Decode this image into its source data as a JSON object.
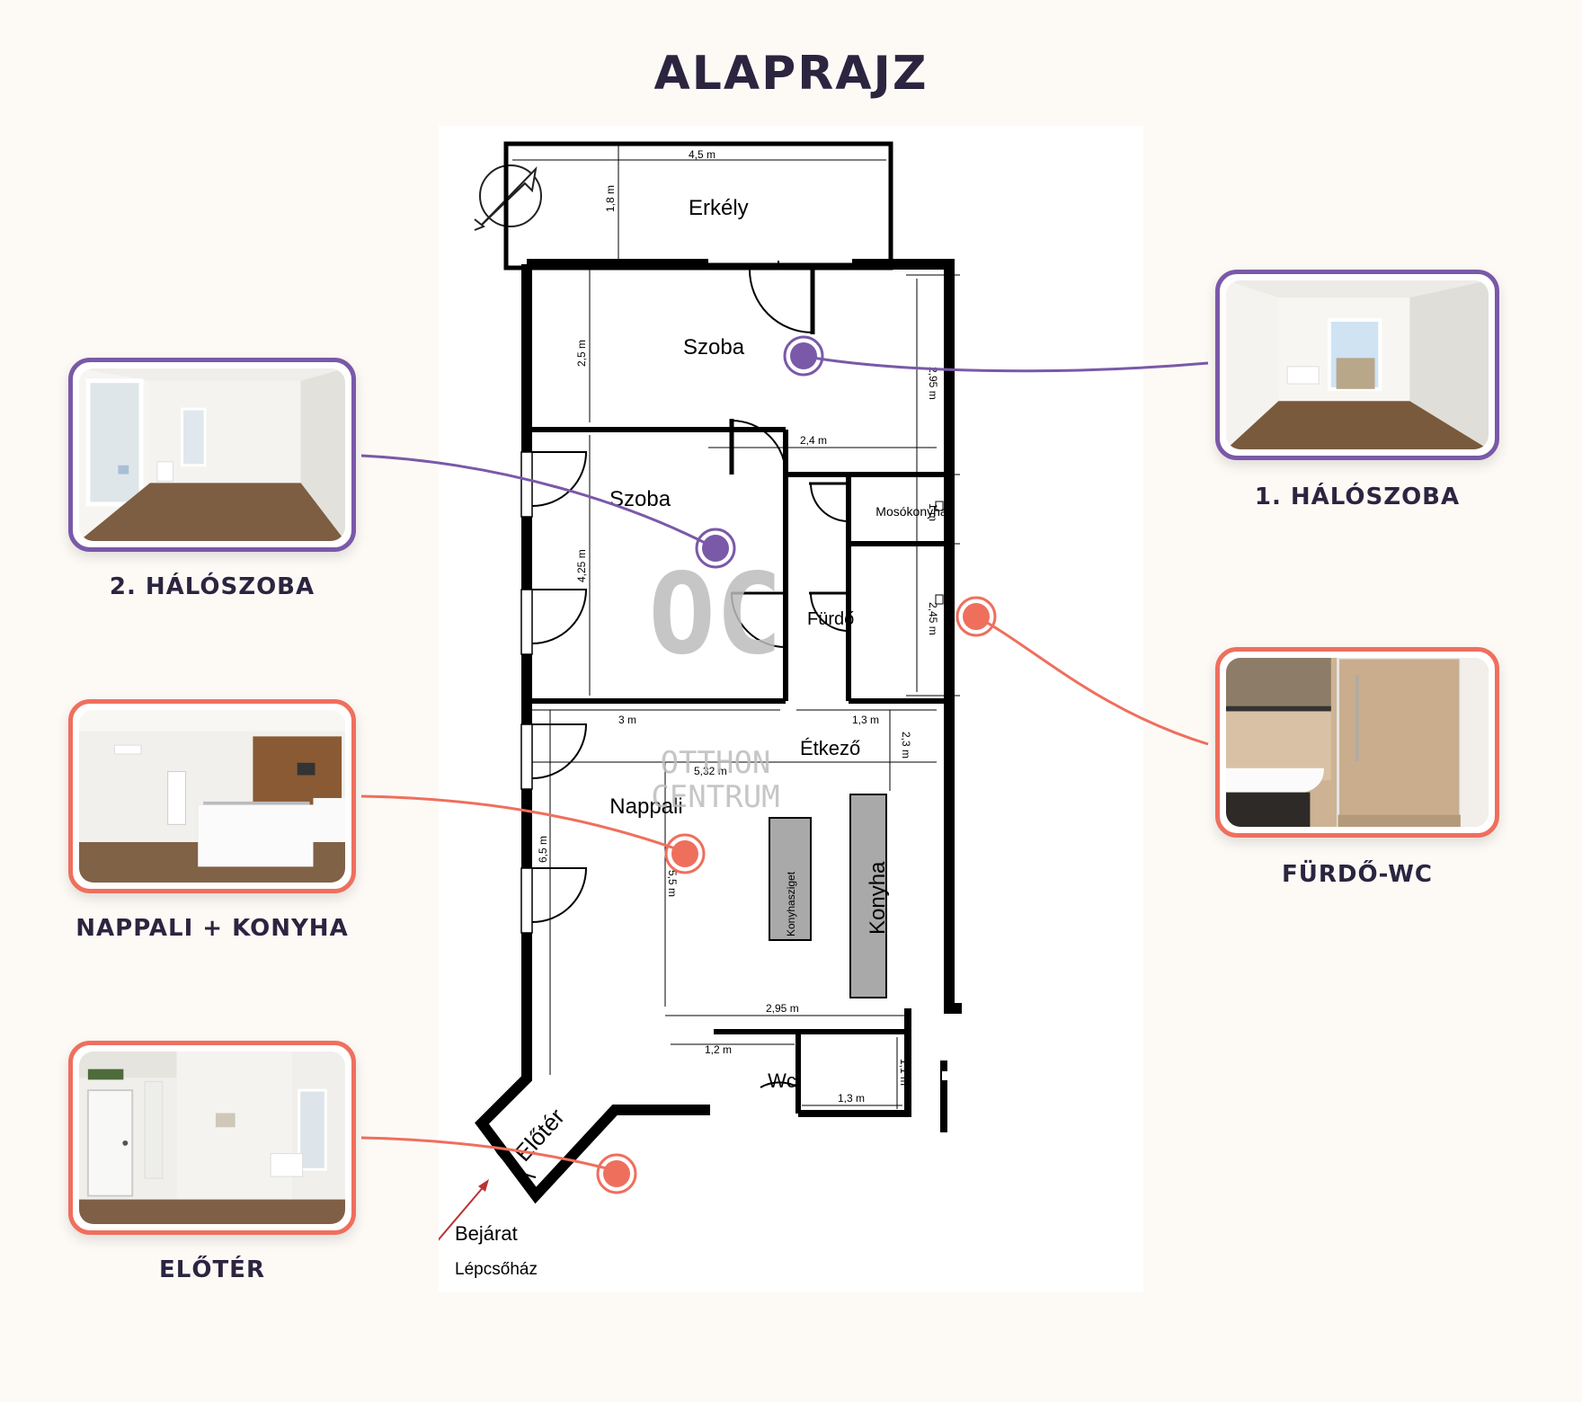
{
  "title": "ALAPRAJZ",
  "colors": {
    "background": "#fdfaf6",
    "title": "#2b2540",
    "bedroom_accent": "#7a59a8",
    "living_accent": "#ef6f5d",
    "wall": "#000000",
    "kitchen_fixture": "#a9a9a9",
    "watermark": "#bdbdbd"
  },
  "floorplan": {
    "compass_icon": "north-arrow-icon",
    "rooms": {
      "balcony": "Erkély",
      "bedroom1": "Szoba",
      "bedroom2": "Szoba",
      "laundry": "Mosókonyha",
      "bathroom": "Fürdő",
      "dining": "Étkező",
      "living": "Nappali",
      "island": "Konyhasziget",
      "kitchen": "Konyha",
      "wc": "Wc",
      "hall": "Előtér"
    },
    "dimensions": {
      "balcony_width": "4,5 m",
      "balcony_depth": "1,8 m",
      "bedroom1_depth": "2,5 m",
      "right_2_95": "2,95 m",
      "hall_2_4": "2,4 m",
      "right_1": "1 m",
      "bedroom2_4_25": "4,25 m",
      "right_2_45": "2,45 m",
      "living_3": "3 m",
      "bath_1_3": "1,3 m",
      "dining_2_3": "2,3 m",
      "living_5_32": "5,32 m",
      "living_6_5": "6,5 m",
      "kitchen_5_5": "5,5 m",
      "kitchen_2_95": "2,95 m",
      "wc_1_2": "1,2 m",
      "wc_1_1": "1,1 m",
      "wc_1_3": "1,3 m"
    },
    "entrance": "Bejárat",
    "stairwell": "Lépcsőház",
    "watermark_top": "OC",
    "watermark_line1": "OTTHON",
    "watermark_line2": "CENTRUM"
  },
  "photos": [
    {
      "id": "bedroom1",
      "caption": "1. HÁLÓSZOBA",
      "accent": "purple"
    },
    {
      "id": "bedroom2",
      "caption": "2. HÁLÓSZOBA",
      "accent": "purple"
    },
    {
      "id": "bathroom",
      "caption": "FÜRDŐ-WC",
      "accent": "coral"
    },
    {
      "id": "living",
      "caption": "NAPPALI + KONYHA",
      "accent": "coral"
    },
    {
      "id": "hall",
      "caption": "ELŐTÉR",
      "accent": "coral"
    }
  ]
}
